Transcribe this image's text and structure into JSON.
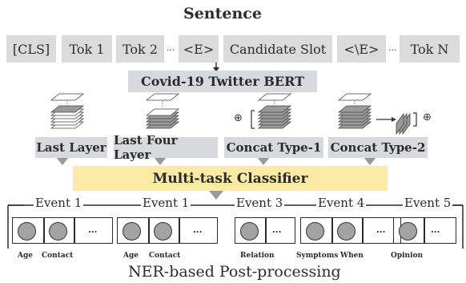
{
  "title": "Sentence",
  "tokens": [
    "[CLS]",
    "Tok 1",
    "Tok 2",
    "<E>",
    "Candidate Slot",
    "<\\E>",
    "Tok N"
  ],
  "ellipsis": "···",
  "encoder": "Covid-19 Twitter BERT",
  "strategies": [
    "Last Layer",
    "Last Four Layer",
    "Concat Type-1",
    "Concat Type-2"
  ],
  "plus_symbol": "⊕",
  "classifier": "Multi-task Classifier",
  "events": [
    "Event 1",
    "Event 1",
    "Event 3",
    "Event 4",
    "Event 5"
  ],
  "slot_dots": "...",
  "roles": [
    "Age",
    "Contact",
    "Age",
    "Contact",
    "Relation",
    "Symptoms",
    "When",
    "Opinion"
  ],
  "footer": "NER-based Post-processing",
  "colors": {
    "token_bg": "#dbdbdb",
    "encoder_bg": "#d6d9dd",
    "classifier_bg": "#fbe9a6",
    "arrow": "#999999",
    "slot_circle": "#a3a3a3"
  }
}
